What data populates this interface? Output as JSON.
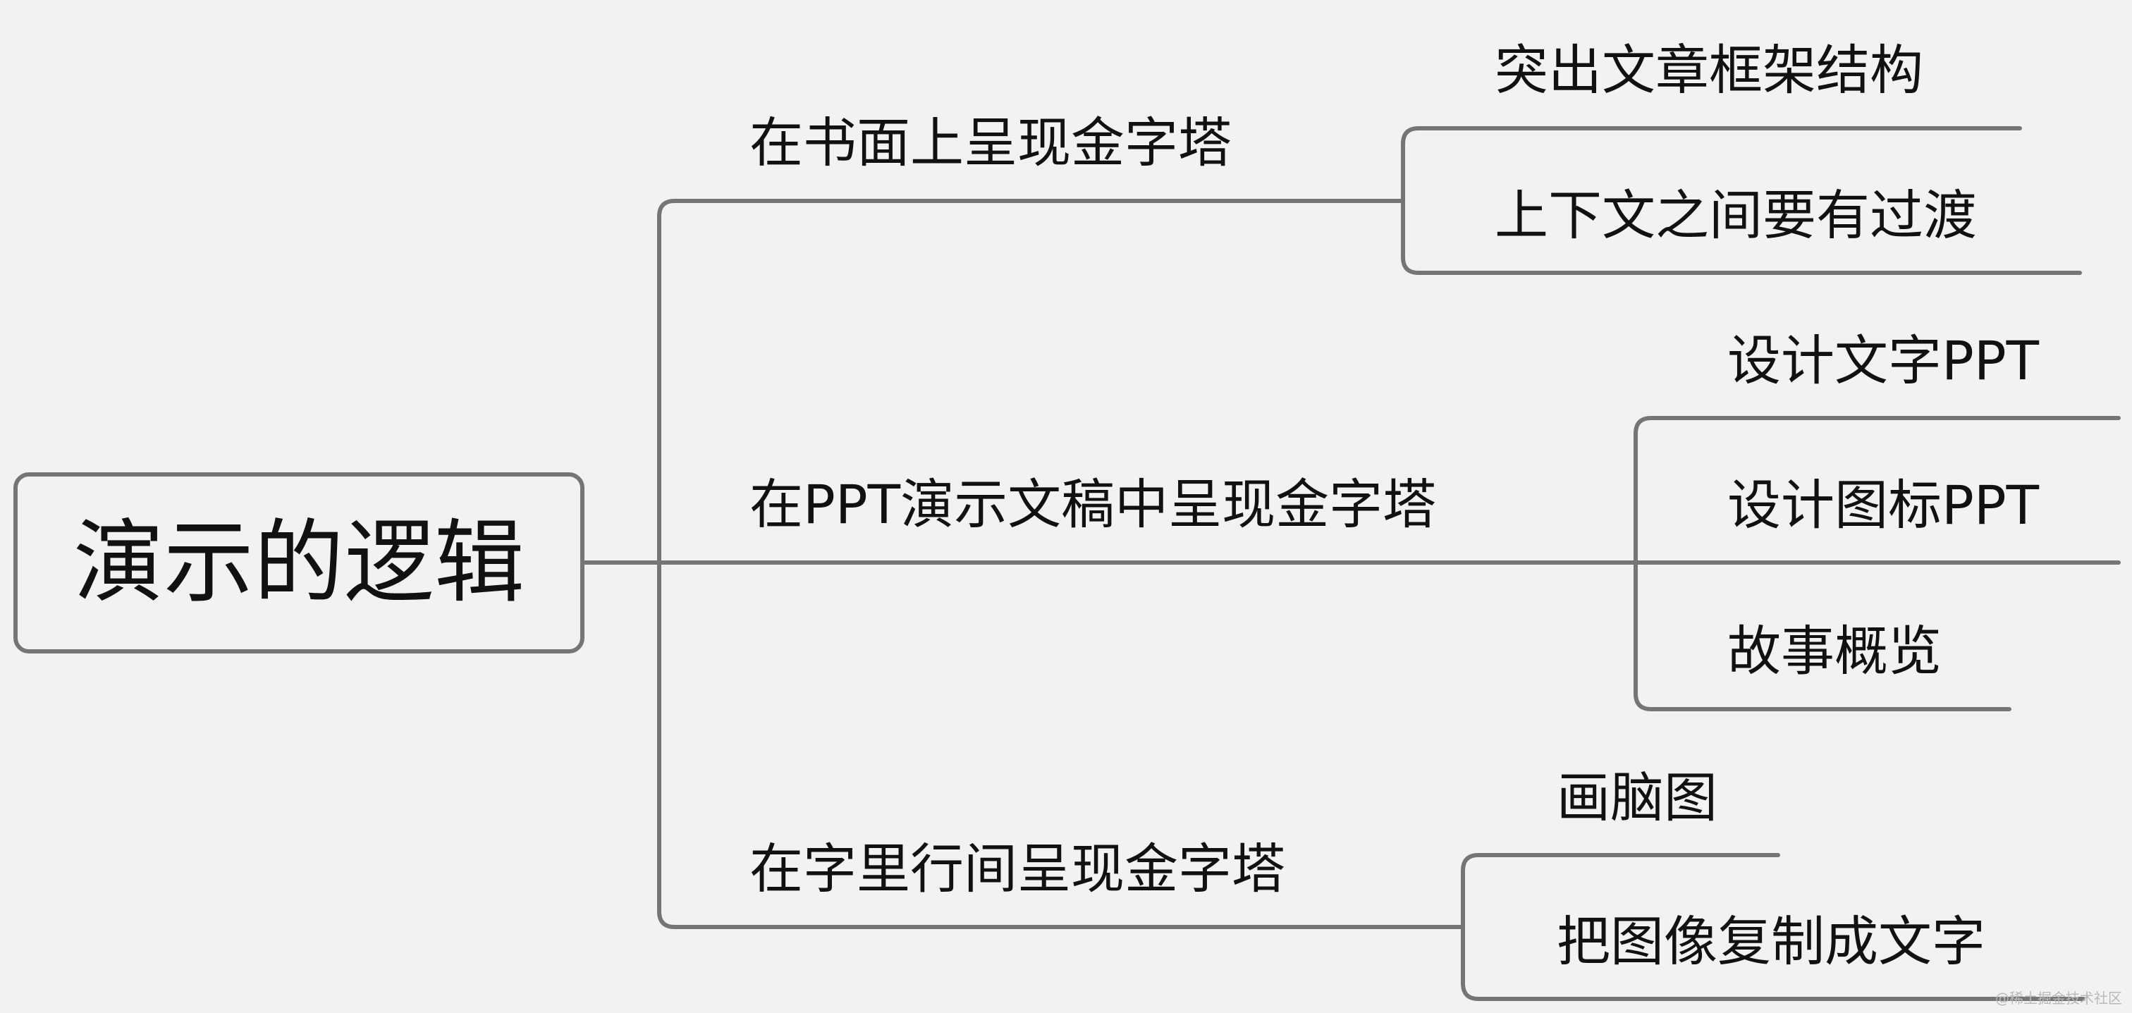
{
  "root": {
    "label": "演示的逻辑"
  },
  "branches": [
    {
      "label": "在书面上呈现金字塔",
      "children": [
        "突出文章框架结构",
        "上下文之间要有过渡"
      ]
    },
    {
      "label": "在PPT演示文稿中呈现金字塔",
      "children": [
        "设计文字PPT",
        "设计图标PPT",
        "故事概览"
      ]
    },
    {
      "label": "在字里行间呈现金字塔",
      "children": [
        "画脑图",
        "把图像复制成文字"
      ]
    }
  ],
  "watermark": "@稀土掘金技术社区",
  "colors": {
    "background": "#f2f2f2",
    "line": "#757575",
    "text": "#111111"
  }
}
